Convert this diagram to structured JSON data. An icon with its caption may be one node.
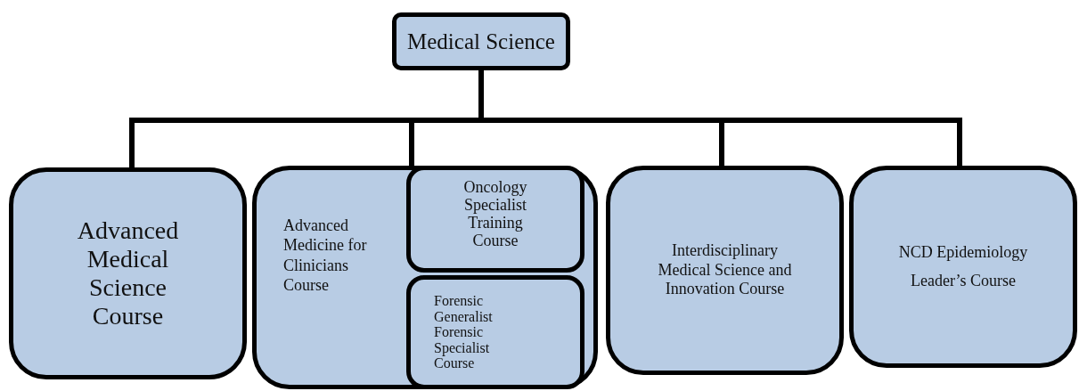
{
  "diagram": {
    "nodes": [
      {
        "text": [
          "Medical Science"
        ]
      },
      {
        "text": [
          "Advanced Medical Science Course"
        ]
      },
      {
        "text": [
          "Advanced Medicine for Clinicians Course"
        ]
      },
      {
        "text": [
          "Oncology Specialist Training Course"
        ],
        "in": 2
      },
      {
        "text": [
          "Forensic Generalist Forensic Specialist Course"
        ],
        "in": 2
      },
      {
        "text": [
          "Interdisciplinary Medical Science and Innovation Course"
        ]
      },
      {
        "text": [
          "NCD Epidemiology Leader’s Course"
        ]
      }
    ],
    "edges": [
      {
        "from": 0,
        "to": 1,
        "arrow": "none"
      },
      {
        "from": 0,
        "to": 2,
        "arrow": "none"
      },
      {
        "from": 0,
        "to": 5,
        "arrow": "none"
      },
      {
        "from": 0,
        "to": 6,
        "arrow": "none"
      }
    ]
  }
}
